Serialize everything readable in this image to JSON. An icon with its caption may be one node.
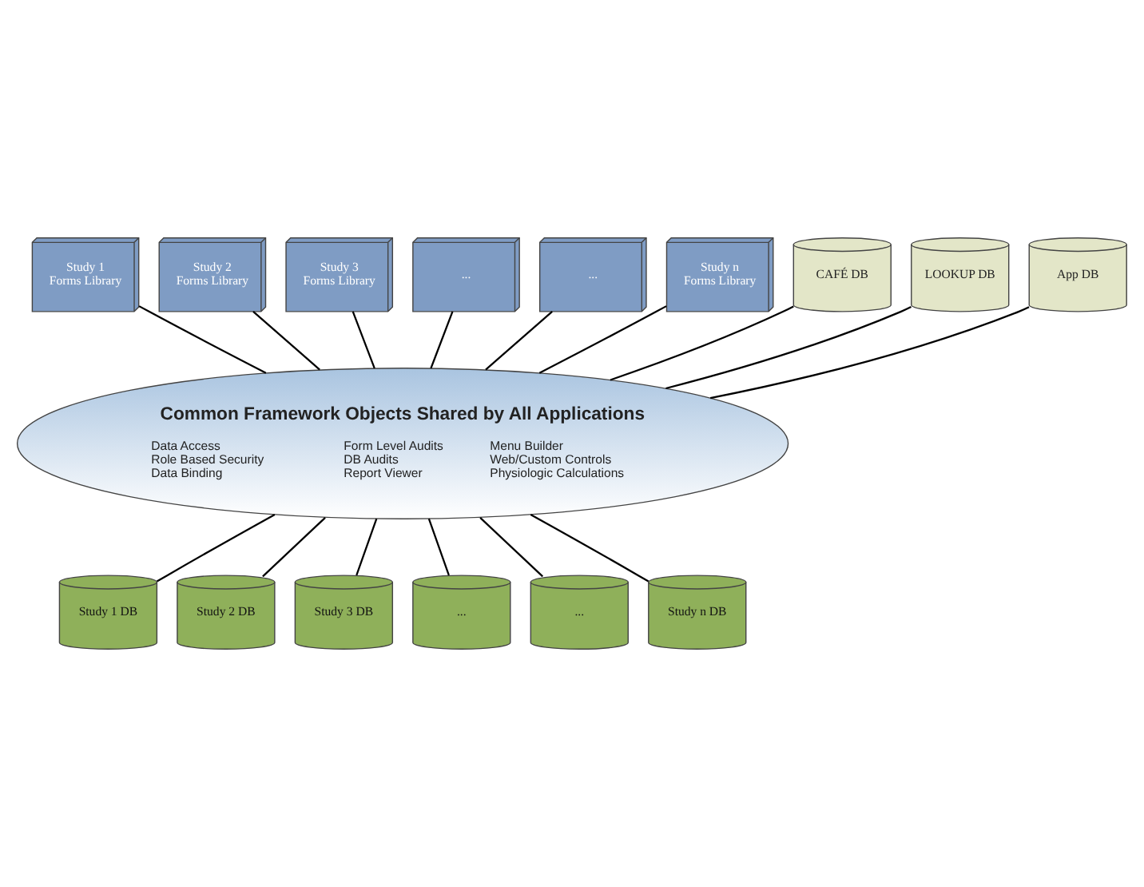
{
  "diagram": {
    "nodes": [
      {
        "text": [
          "Study 1 Forms Library"
        ]
      },
      {
        "text": [
          "Study 2 Forms Library"
        ]
      },
      {
        "text": [
          "Study 3 Forms Library"
        ]
      },
      {
        "text": [
          "..."
        ]
      },
      {
        "text": [
          "..."
        ]
      },
      {
        "text": [
          "Study n Forms Library"
        ]
      },
      {
        "text": [
          "Common Framework Objects Shared by All Applications",
          "Data Access",
          "Role Based Security",
          "Data Binding",
          "Form Level Audits",
          "DB Audits",
          "Report Viewer",
          "Menu Builder",
          "Web/Custom Controls",
          "Physiologic Calculations"
        ]
      },
      {
        "text": [
          "CAFÉ DB"
        ]
      },
      {
        "text": [
          "LOOKUP DB"
        ]
      },
      {
        "text": [
          "App DB"
        ]
      },
      {
        "text": [
          "Study 1 DB"
        ]
      },
      {
        "text": [
          "Study 2 DB"
        ]
      },
      {
        "text": [
          "Study 3 DB"
        ]
      },
      {
        "text": [
          "..."
        ]
      },
      {
        "text": [
          "..."
        ]
      },
      {
        "text": [
          "Study n DB"
        ]
      }
    ],
    "edges": [
      {
        "from": 0,
        "to": 6,
        "arrow": "none"
      },
      {
        "from": 1,
        "to": 6,
        "arrow": "none"
      },
      {
        "from": 2,
        "to": 6,
        "arrow": "none"
      },
      {
        "from": 3,
        "to": 6,
        "arrow": "none"
      },
      {
        "from": 4,
        "to": 6,
        "arrow": "none"
      },
      {
        "from": 5,
        "to": 6,
        "arrow": "none"
      },
      {
        "from": 6,
        "to": 7,
        "arrow": "none"
      },
      {
        "from": 6,
        "to": 8,
        "arrow": "none"
      },
      {
        "from": 6,
        "to": 9,
        "arrow": "none"
      },
      {
        "from": 6,
        "to": 10,
        "arrow": "none"
      },
      {
        "from": 6,
        "to": 11,
        "arrow": "none"
      },
      {
        "from": 6,
        "to": 12,
        "arrow": "none"
      },
      {
        "from": 6,
        "to": 13,
        "arrow": "none"
      },
      {
        "from": 6,
        "to": 14,
        "arrow": "none"
      },
      {
        "from": 6,
        "to": 15,
        "arrow": "none"
      }
    ]
  }
}
